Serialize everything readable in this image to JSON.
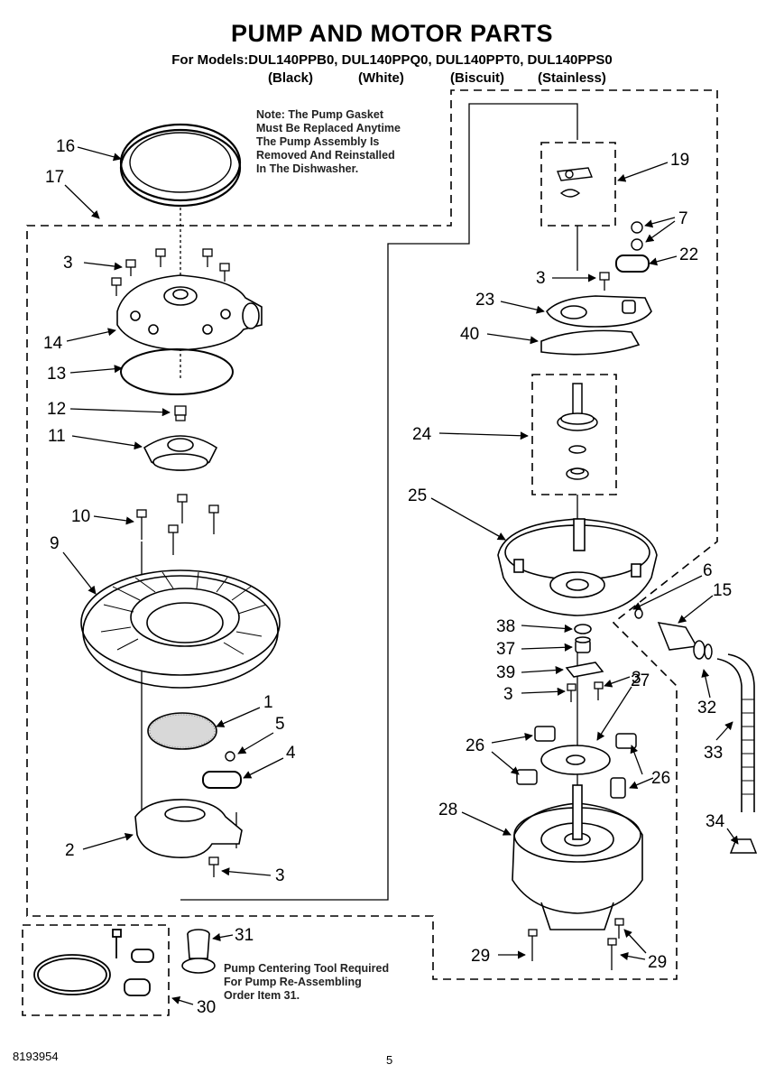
{
  "title": "PUMP AND MOTOR PARTS",
  "models_line": "For Models:DUL140PPB0, DUL140PPQ0, DUL140PPT0, DUL140PPS0",
  "finishes": [
    "(Black)",
    "(White)",
    "(Biscuit)",
    "(Stainless)"
  ],
  "note_lines": [
    "Note: The Pump Gasket",
    "Must Be Replaced Anytime",
    "The Pump Assembly Is",
    "Removed And Reinstalled",
    "In The Dishwasher."
  ],
  "tool_note_lines": [
    "Pump Centering Tool Required",
    "For Pump Re-Assembling",
    "Order Item 31."
  ],
  "callouts": {
    "c16": "16",
    "c17": "17",
    "c3a": "3",
    "c14": "14",
    "c13": "13",
    "c12": "12",
    "c11": "11",
    "c10": "10",
    "c9": "9",
    "c1": "1",
    "c5": "5",
    "c4": "4",
    "c2": "2",
    "c3b": "3",
    "c31": "31",
    "c30": "30",
    "c19": "19",
    "c7": "7",
    "c22": "22",
    "c3c": "3",
    "c23": "23",
    "c40": "40",
    "c24": "24",
    "c25": "25",
    "c6": "6",
    "c15": "15",
    "c38": "38",
    "c37": "37",
    "c39": "39",
    "c3d": "3",
    "c3e": "3",
    "c27": "27",
    "c26a": "26",
    "c26b": "26",
    "c32": "32",
    "c33": "33",
    "c28": "28",
    "c34": "34",
    "c29a": "29",
    "c29b": "29"
  },
  "footer": {
    "doc_number": "8193954",
    "page": "5"
  }
}
